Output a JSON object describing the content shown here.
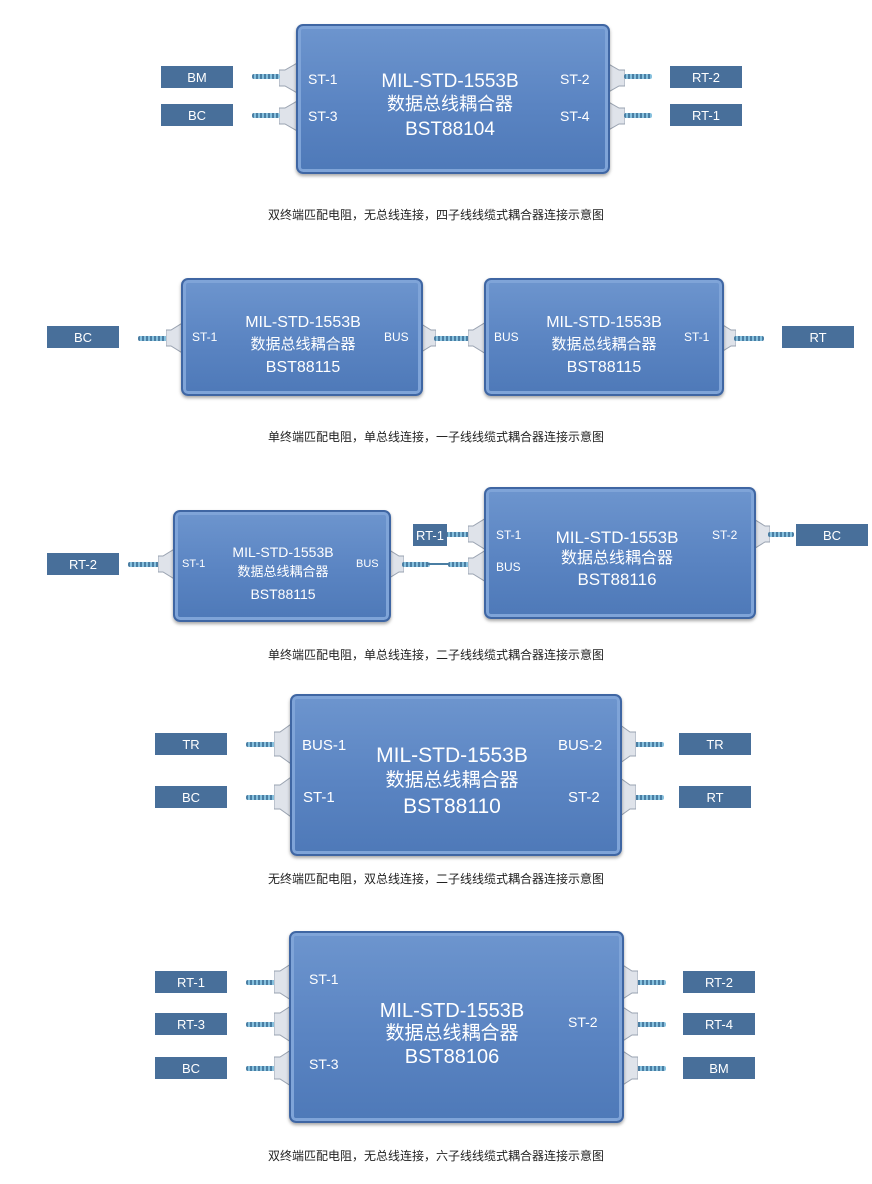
{
  "diagram1": {
    "model": "MIL-STD-1553B",
    "name": "数据总线耦合器",
    "part": "BST88104",
    "ports": {
      "st1": "ST-1",
      "st2": "ST-2",
      "st3": "ST-3",
      "st4": "ST-4"
    },
    "labels": {
      "bm": "BM",
      "bc": "BC",
      "rt2": "RT-2",
      "rt1": "RT-1"
    },
    "caption": "双终端匹配电阻，无总线连接，四子线线缆式耦合器连接示意图"
  },
  "diagram2": {
    "box_a": {
      "model": "MIL-STD-1553B",
      "name": "数据总线耦合器",
      "part": "BST88115",
      "port_left": "ST-1",
      "port_right": "BUS"
    },
    "box_b": {
      "model": "MIL-STD-1553B",
      "name": "数据总线耦合器",
      "part": "BST88115",
      "port_left": "BUS",
      "port_right": "ST-1"
    },
    "labels": {
      "bc": "BC",
      "rt": "RT"
    },
    "caption": "单终端匹配电阻，单总线连接，一子线线缆式耦合器连接示意图"
  },
  "diagram3": {
    "box_a": {
      "model": "MIL-STD-1553B",
      "name": "数据总线耦合器",
      "part": "BST88115",
      "port_left": "ST-1",
      "port_right": "BUS"
    },
    "box_b": {
      "model": "MIL-STD-1553B",
      "name": "数据总线耦合器",
      "part": "BST88116",
      "port_st1": "ST-1",
      "port_bus": "BUS",
      "port_st2": "ST-2"
    },
    "labels": {
      "rt2": "RT-2",
      "rt1": "RT-1",
      "bc": "BC"
    },
    "caption": "单终端匹配电阻，单总线连接，二子线线缆式耦合器连接示意图"
  },
  "diagram4": {
    "model": "MIL-STD-1553B",
    "name": "数据总线耦合器",
    "part": "BST88110",
    "ports": {
      "bus1": "BUS-1",
      "st1": "ST-1",
      "bus2": "BUS-2",
      "st2": "ST-2"
    },
    "labels": {
      "tr_left": "TR",
      "bc": "BC",
      "tr_right": "TR",
      "rt": "RT"
    },
    "caption": "无终端匹配电阻，双总线连接，二子线线缆式耦合器连接示意图"
  },
  "diagram5": {
    "model": "MIL-STD-1553B",
    "name": "数据总线耦合器",
    "part": "BST88106",
    "ports": {
      "st1": "ST-1",
      "st3": "ST-3",
      "st2": "ST-2"
    },
    "labels": {
      "rt1": "RT-1",
      "rt3": "RT-3",
      "bc": "BC",
      "rt2": "RT-2",
      "rt4": "RT-4",
      "bm": "BM"
    },
    "caption": "双终端匹配电阻，无总线连接，六子线线缆式耦合器连接示意图"
  }
}
